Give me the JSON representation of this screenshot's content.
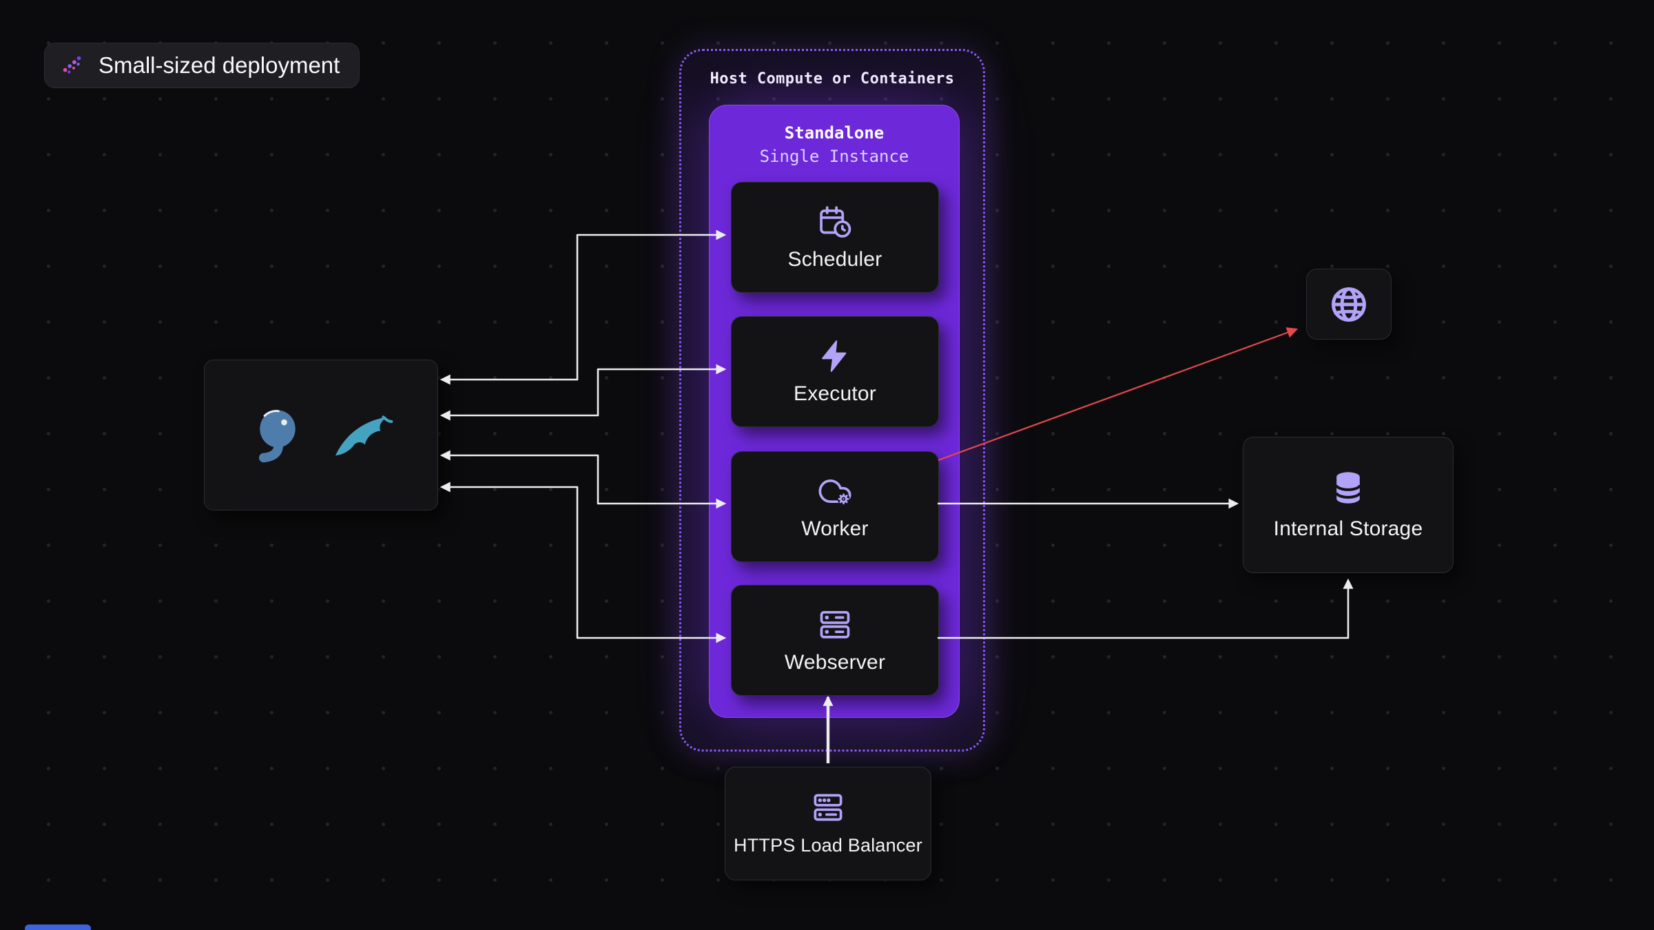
{
  "badge": {
    "label": "Small-sized deployment",
    "icon": "deployment-dots-icon"
  },
  "host_container": {
    "title": "Host Compute or Containers"
  },
  "standalone_group": {
    "title": "Standalone",
    "subtitle": "Single Instance"
  },
  "components": [
    {
      "label": "Scheduler",
      "icon": "calendar-clock-icon"
    },
    {
      "label": "Executor",
      "icon": "lightning-bolt-icon"
    },
    {
      "label": "Worker",
      "icon": "cloud-gear-icon"
    },
    {
      "label": "Webserver",
      "icon": "server-stack-icon"
    }
  ],
  "metadata_database": {
    "icons": [
      "postgresql-elephant-icon",
      "mysql-dolphin-icon"
    ]
  },
  "external_endpoint": {
    "icon": "globe-icon"
  },
  "internal_storage": {
    "label": "Internal Storage",
    "icon": "database-icon"
  },
  "load_balancer": {
    "label": "HTTPS Load Balancer",
    "icon": "server-rack-icon"
  },
  "edges": [
    {
      "from": "metadata-database",
      "to": "scheduler",
      "color": "#ededed",
      "bidirectional": true
    },
    {
      "from": "metadata-database",
      "to": "executor",
      "color": "#ededed",
      "bidirectional": true
    },
    {
      "from": "metadata-database",
      "to": "worker",
      "color": "#ededed",
      "bidirectional": true
    },
    {
      "from": "metadata-database",
      "to": "webserver",
      "color": "#ededed",
      "bidirectional": true
    },
    {
      "from": "worker",
      "to": "external-endpoint",
      "color": "#e5484d",
      "bidirectional": false
    },
    {
      "from": "worker",
      "to": "internal-storage",
      "color": "#ededed",
      "bidirectional": false
    },
    {
      "from": "webserver",
      "to": "internal-storage",
      "color": "#ededed",
      "bidirectional": false
    },
    {
      "from": "https-load-balancer",
      "to": "webserver",
      "color": "#ededed",
      "bidirectional": false
    }
  ],
  "colors": {
    "background": "#0b0b0d",
    "box_bg": "#131316",
    "accent_purple": "#6d28d9",
    "dashed_border": "#8b5cf6",
    "icon_lavender": "#b3a3f8",
    "arrow_white": "#ededed",
    "arrow_red": "#e5484d",
    "subtitle_lavender": "#ded2ff",
    "postgres_blue": "#4f7dab",
    "mysql_teal": "#44a3c1",
    "badge_bg": "#1e1e23",
    "bottom_accent": "#3e63dd"
  }
}
